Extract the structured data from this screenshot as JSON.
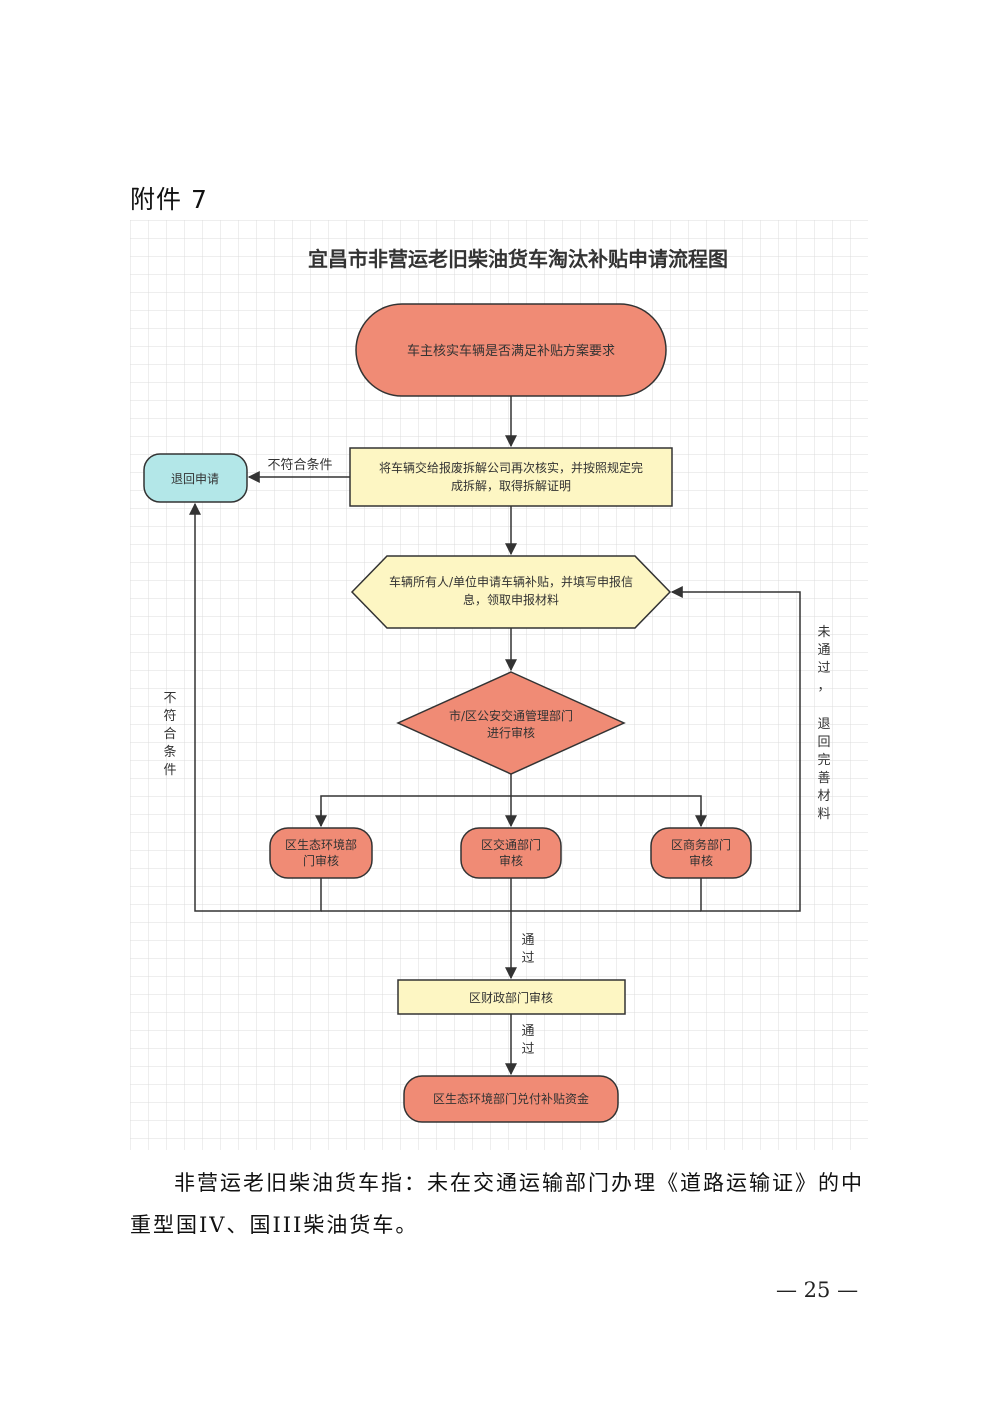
{
  "attachment_label": "附件 7",
  "flowchart": {
    "title": "宜昌市非营运老旧柴油货车淘汰补贴申请流程图",
    "nodes": {
      "start": "车主核实车辆是否满足补贴方案要求",
      "dismantle_line1": "将车辆交给报废拆解公司再次核实，并按照规定完",
      "dismantle_line2": "成拆解，取得拆解证明",
      "return": "退回申请",
      "apply_line1": "车辆所有人/单位申请车辆补贴，并填写申报信",
      "apply_line2": "息，领取申报材料",
      "police_line1": "市/区公安交通管理部门",
      "police_line2": "进行审核",
      "eco_line1": "区生态环境部",
      "eco_line2": "门审核",
      "transport_line1": "区交通部门",
      "transport_line2": "审核",
      "commerce_line1": "区商务部门",
      "commerce_line2": "审核",
      "finance": "区财政部门审核",
      "payout": "区生态环境部门兑付补贴资金"
    },
    "labels": {
      "not_eligible_top": "不符合条件",
      "not_eligible_left": [
        "不",
        "符",
        "合",
        "条",
        "件"
      ],
      "not_passed_right": [
        "未",
        "通",
        "过",
        "，",
        "退",
        "回",
        "完",
        "善",
        "材",
        "料"
      ],
      "passed_1": [
        "通",
        "过"
      ],
      "passed_2": [
        "通",
        "过"
      ]
    },
    "colors": {
      "salmon": "#f08b75",
      "cream": "#fdf6c3",
      "cyan": "#b3e7e8",
      "grid": "#dcdcdc"
    }
  },
  "note": "非营运老旧柴油货车指：未在交通运输部门办理《道路运输证》的中重型国IV、国III柴油货车。",
  "page_number": "— 25 —"
}
